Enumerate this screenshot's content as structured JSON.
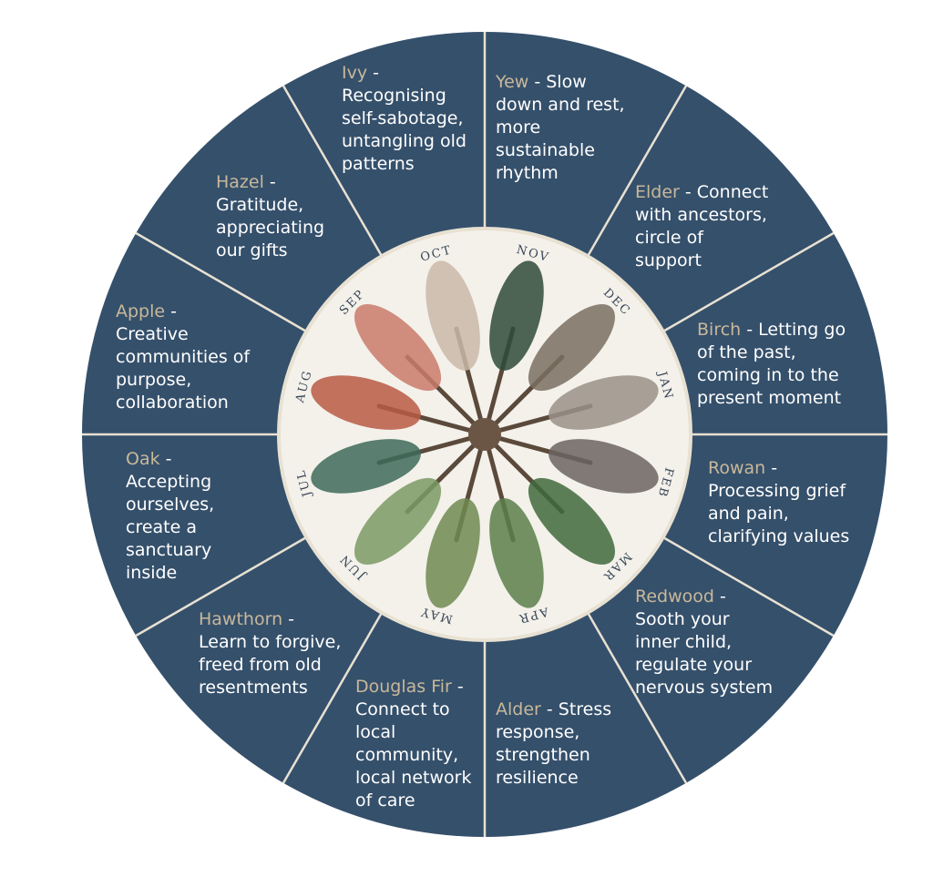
{
  "colors": {
    "ring": "#35506b",
    "divider": "#e8e1d2",
    "tree_name": "#c8b89a",
    "text": "#ffffff",
    "inner": "#f3f1ea"
  },
  "segments": [
    {
      "tree": "Yew",
      "desc": " - Slow\ndown and rest,\nmore\nsustainable\nrhythm"
    },
    {
      "tree": "Elder",
      "desc": " - Connect\nwith ancestors,\ncircle of\nsupport"
    },
    {
      "tree": "Birch",
      "desc": " - Letting go\nof the past,\ncoming in to the\npresent moment"
    },
    {
      "tree": "Rowan",
      "desc": " -\nProcessing grief\nand pain,\nclarifying values"
    },
    {
      "tree": "Redwood",
      "desc": " -\nSooth your\ninner child,\nregulate your\nnervous system"
    },
    {
      "tree": "Alder",
      "desc": " - Stress\nresponse,\nstrengthen\nresilience"
    },
    {
      "tree": "Douglas Fir",
      "desc": " -\nConnect to\nlocal\ncommunity,\nlocal network\nof care"
    },
    {
      "tree": "Hawthorn",
      "desc": " -\nLearn to forgive,\nfreed from old\nresentments"
    },
    {
      "tree": "Oak",
      "desc": " -\nAccepting\nourselves,\ncreate a\nsanctuary\ninside"
    },
    {
      "tree": "Apple",
      "desc": " -\nCreative\ncommunities of\npurpose,\ncollaboration"
    },
    {
      "tree": "Hazel",
      "desc": " -\nGratitude,\nappreciating\nour gifts"
    },
    {
      "tree": "Ivy",
      "desc": " -\nRecognising\nself-sabotage,\nuntangling old\npatterns"
    }
  ],
  "months": [
    "NOV",
    "DEC",
    "JAN",
    "FEB",
    "MAR",
    "APR",
    "MAY",
    "JUN",
    "JUL",
    "AUG",
    "SEP",
    "OCT"
  ],
  "tree_icons": [
    {
      "name": "yew-icon",
      "color": "#2f4a3a"
    },
    {
      "name": "elder-icon",
      "color": "#7a6e62"
    },
    {
      "name": "birch-icon",
      "color": "#9a9088"
    },
    {
      "name": "rowan-icon",
      "color": "#6b6460"
    },
    {
      "name": "redwood-icon",
      "color": "#3f6a3c"
    },
    {
      "name": "alder-icon",
      "color": "#5a7f4a"
    },
    {
      "name": "douglas-fir-icon",
      "color": "#6f8a50"
    },
    {
      "name": "hawthorn-icon",
      "color": "#7a9a64"
    },
    {
      "name": "oak-icon",
      "color": "#3e6a5a"
    },
    {
      "name": "apple-icon",
      "color": "#b85a44"
    },
    {
      "name": "hazel-icon",
      "color": "#c97a6a"
    },
    {
      "name": "ivy-icon",
      "color": "#c9b8a8"
    }
  ]
}
